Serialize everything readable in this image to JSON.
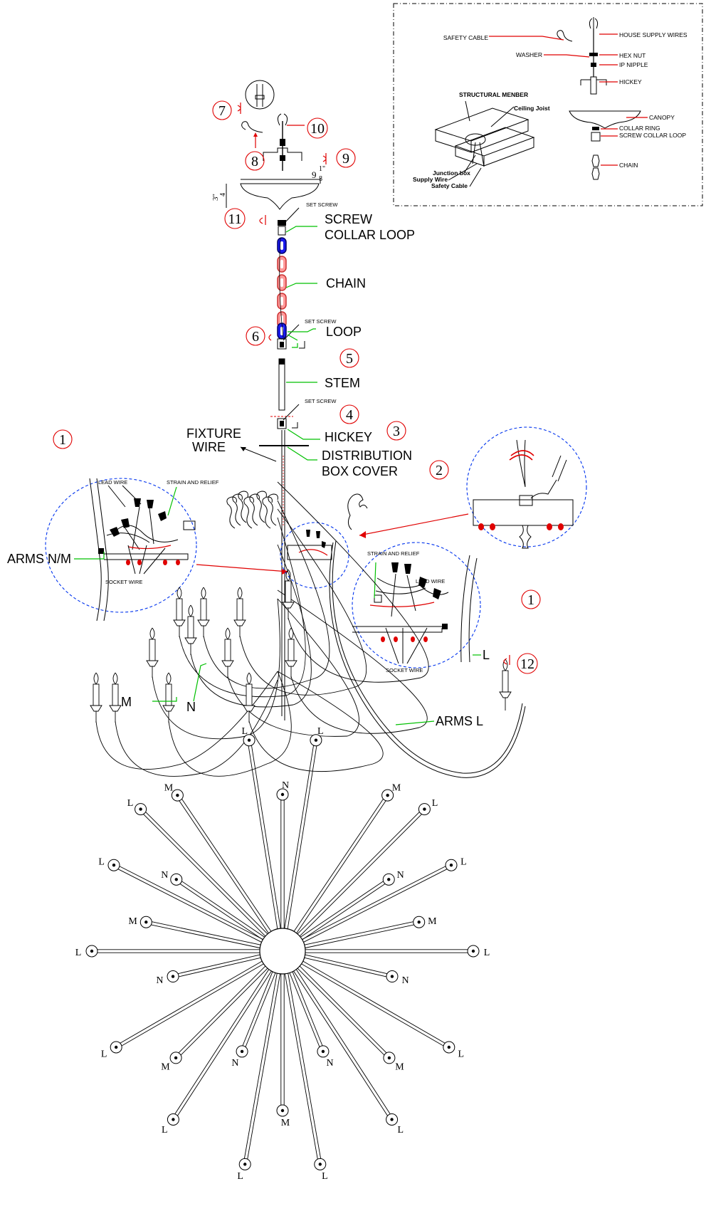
{
  "inset": {
    "safety_cable": "SAFETY CABLE",
    "washer": "WASHER",
    "house_supply_wires": "HOUSE SUPPLY WIRES",
    "hex_nut": "HEX NUT",
    "ip_nipple": "IP NIPPLE",
    "hickey": "HICKEY",
    "structural_member": "STRUCTURAL  MENBER",
    "ceiling_joist": "Ceiling Joist",
    "junction_box": "Junction box",
    "supply_wire": "Supply  Wire",
    "safety_cable_lower": "Safety Cable",
    "canopy": "CANOPY",
    "collar_ring": "COLLAR RING",
    "screw_collar_loop": "SCREW COLLAR LOOP",
    "chain": "CHAIN"
  },
  "main": {
    "set_screw": "SET SCREW",
    "screw": "SCREW",
    "collar_loop": "COLLAR LOOP",
    "chain": "CHAIN",
    "loop": "LOOP",
    "stem": "STEM",
    "hickey": "HICKEY",
    "distribution": "DISTRIBUTION",
    "box_cover": "BOX COVER",
    "fixture": "FIXTURE",
    "wire": "WIRE",
    "lead_wire": "LEAD WIRE",
    "strain_relief": "STRAIN AND RELIEF",
    "arms_nm": "ARMS N/M",
    "socket_wire": "SOCKET WIRE",
    "arms_l": "ARMS L",
    "label_m": "M",
    "label_n": "N",
    "label_l": "L",
    "dim_height": "3\"",
    "dim_height_den": "4",
    "dim_width_whole": "9",
    "dim_width_num": "1\"",
    "dim_width_den": "8"
  },
  "steps": [
    "1",
    "2",
    "3",
    "4",
    "5",
    "6",
    "7",
    "8",
    "9",
    "10",
    "11",
    "12"
  ],
  "plan_labels": {
    "l": "L",
    "m": "M",
    "n": "N"
  },
  "colors": {
    "leader_red": "#e00000",
    "leader_green": "#00c000",
    "callout_blue": "#0033ee",
    "chain_blue": "#1a1aee",
    "chain_pink": "#ff9a9a"
  }
}
